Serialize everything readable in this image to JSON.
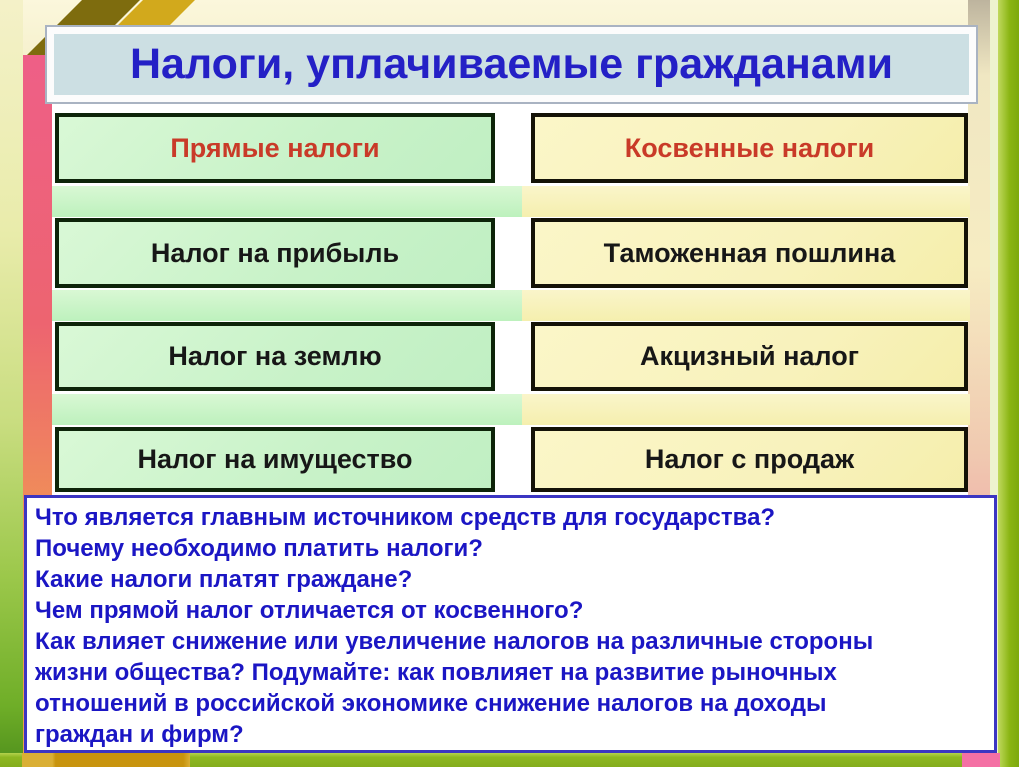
{
  "slide": {
    "title": "Налоги, уплачиваемые гражданами"
  },
  "table": {
    "columns": [
      {
        "header": "Прямые налоги",
        "items": [
          "Налог на прибыль",
          "Налог на землю",
          "Налог на имущество"
        ]
      },
      {
        "header": "Косвенные налоги",
        "items": [
          "Таможенная пошлина",
          "Акцизный налог",
          "Налог с продаж"
        ]
      }
    ]
  },
  "questions": {
    "lines": [
      "Что является главным источником средств для государства?",
      "Почему необходимо платить налоги?",
      "Какие налоги платят граждане?",
      "Чем прямой налог отличается от косвенного?",
      "Как влияет снижение или увеличение налогов на различные стороны",
      "жизни общества? Подумайте: как повлияет на развитие рыночных",
      "отношений в российской экономике снижение налогов на доходы",
      "граждан и фирм?"
    ]
  },
  "colors": {
    "title_text": "#2420c6",
    "title_bg": "#ccdfe3",
    "header_text": "#c93a28",
    "box_text": "#171717",
    "questions_text": "#1b16c4",
    "green_box_bg": "#c8f2c8",
    "yellow_box_bg": "#f8f2bc",
    "frame_pink": "#ee5f87",
    "frame_green": "#8ab513",
    "frame_gold": "#c8940e"
  }
}
